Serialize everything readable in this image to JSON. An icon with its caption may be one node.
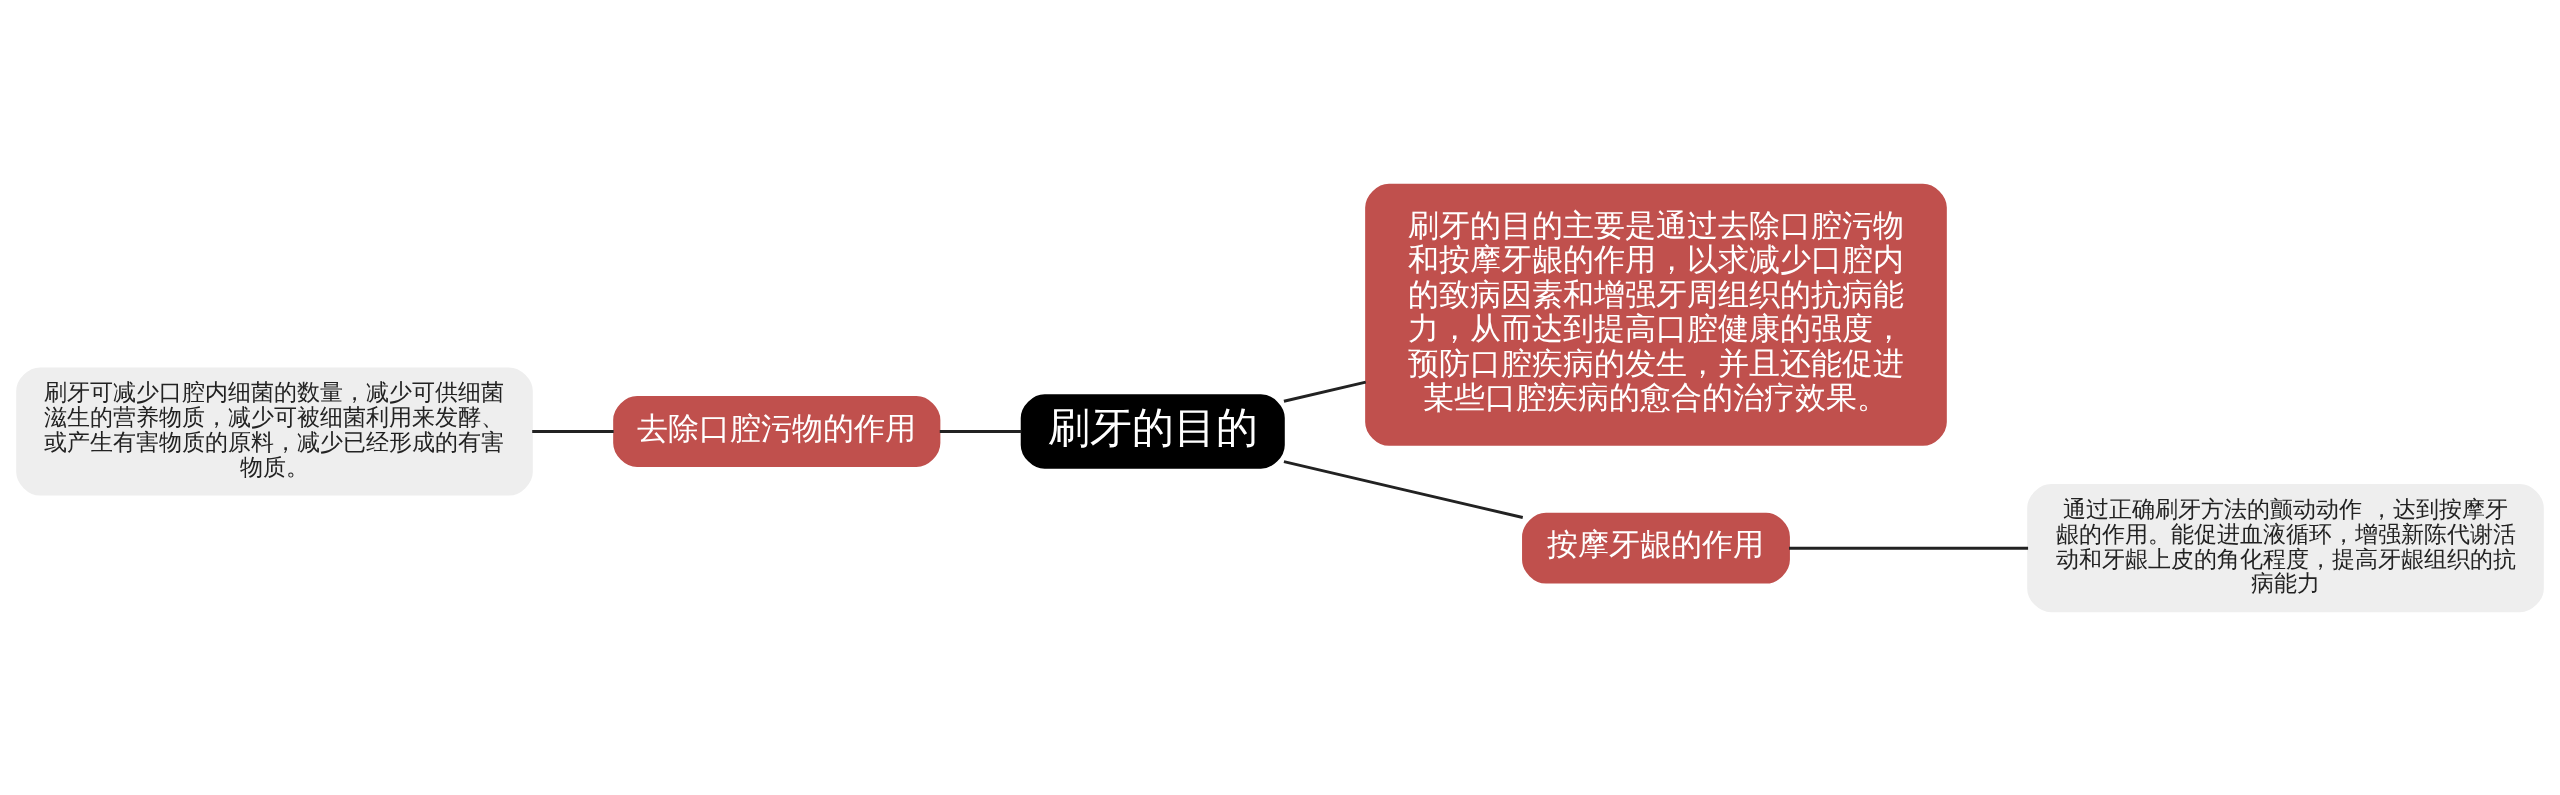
{
  "diagram": {
    "nodes": [
      {
        "text": [
          "刷牙的目的"
        ]
      },
      {
        "text": [
          "去除口腔污物的作用"
        ]
      },
      {
        "text": [
          "刷牙可减少口腔内细菌的数量，减少可供细菌滋生的营养物质，减少可被细菌利用来发酵、或产生有害物质的原料，减少已经形成的有害物质。"
        ]
      },
      {
        "text": [
          "刷牙的目的主要是通过去除口腔污物和按摩牙龈的作用，以求减少口腔内的致病因素和增强牙周组织的抗病能力，从而达到提高口腔健康的强度，预防口腔疾病的发生，并且还能促进某些口腔疾病的愈合的治疗效果。"
        ]
      },
      {
        "text": [
          "按摩牙龈的作用"
        ]
      },
      {
        "text": [
          "通过正确刷牙方法的颤动动作 ，达到按摩牙龈的作用。能促进血液循环，增强新陈代谢活动和牙龈上皮的角化程度，提高牙龈组织的抗病能力"
        ]
      }
    ],
    "edges": [
      {
        "from": 0,
        "to": 1,
        "arrow": "none"
      },
      {
        "from": 1,
        "to": 2,
        "arrow": "none"
      },
      {
        "from": 0,
        "to": 3,
        "arrow": "none"
      },
      {
        "from": 0,
        "to": 4,
        "arrow": "none"
      },
      {
        "from": 4,
        "to": 5,
        "arrow": "none"
      }
    ]
  }
}
